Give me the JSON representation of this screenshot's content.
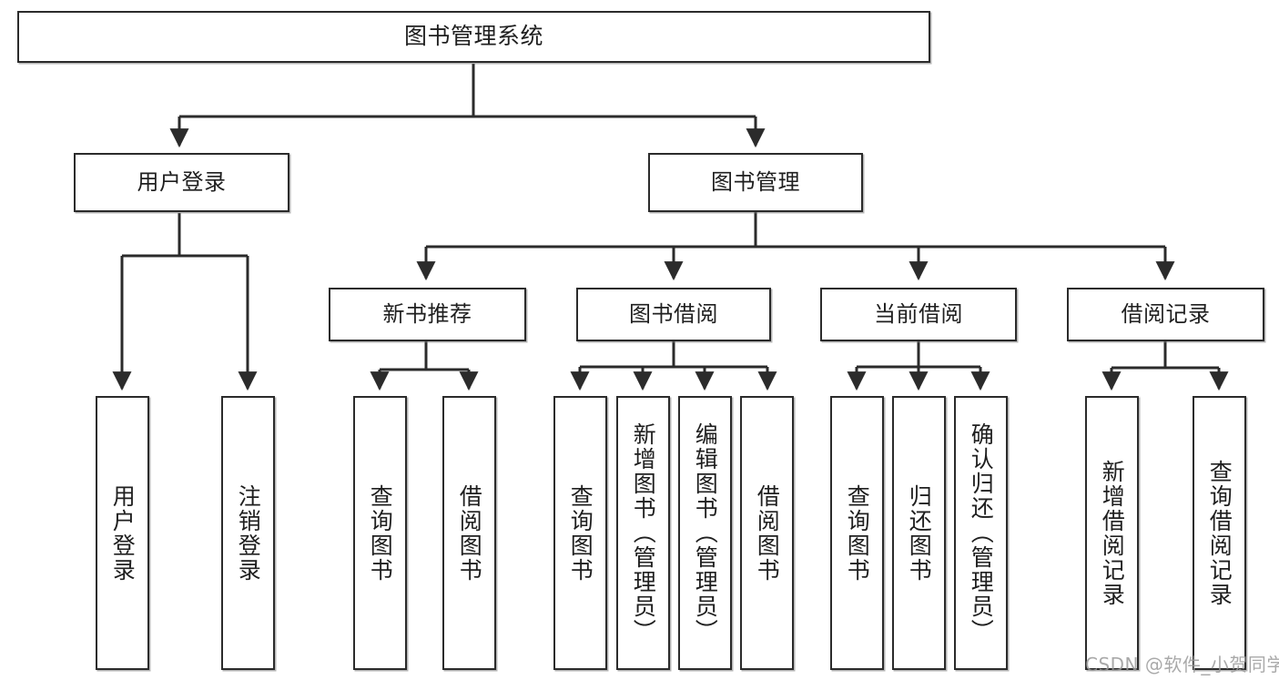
{
  "diagram": {
    "title": "图书管理系统",
    "type": "tree",
    "watermark": "CSDN @软件_小贺同学",
    "colors": {
      "box_border": "#2b2b2b",
      "box_fill": "#ffffff",
      "connector": "#2b2b2b",
      "watermark": "#9b9b9b",
      "background": "#ffffff"
    },
    "nodes": {
      "root": {
        "label": "图书管理系统"
      },
      "level2": [
        {
          "id": "user-login",
          "label": "用户登录"
        },
        {
          "id": "book-management",
          "label": "图书管理"
        }
      ],
      "level3": [
        {
          "id": "new-book-recommend",
          "label": "新书推荐"
        },
        {
          "id": "book-borrow",
          "label": "图书借阅"
        },
        {
          "id": "current-borrow",
          "label": "当前借阅"
        },
        {
          "id": "borrow-record",
          "label": "借阅记录"
        }
      ],
      "leaves": {
        "user_login": [
          {
            "id": "leaf-user-login",
            "label": "用户登录"
          },
          {
            "id": "leaf-logout-login",
            "label": "注销登录"
          }
        ],
        "new_book_recommend": [
          {
            "id": "leaf-query-book-1",
            "label": "查询图书"
          },
          {
            "id": "leaf-borrow-book-1",
            "label": "借阅图书"
          }
        ],
        "book_borrow": [
          {
            "id": "leaf-query-book-2",
            "label": "查询图书"
          },
          {
            "id": "leaf-add-book",
            "label": "新增图书（管理员）"
          },
          {
            "id": "leaf-edit-book",
            "label": "编辑图书（管理员）"
          },
          {
            "id": "leaf-borrow-book-2",
            "label": "借阅图书"
          }
        ],
        "current_borrow": [
          {
            "id": "leaf-query-book-3",
            "label": "查询图书"
          },
          {
            "id": "leaf-return-book",
            "label": "归还图书"
          },
          {
            "id": "leaf-confirm-return",
            "label": "确认归还（管理员）"
          }
        ],
        "borrow_record": [
          {
            "id": "leaf-add-record",
            "label": "新增借阅记录"
          },
          {
            "id": "leaf-query-record",
            "label": "查询借阅记录"
          }
        ]
      }
    }
  }
}
